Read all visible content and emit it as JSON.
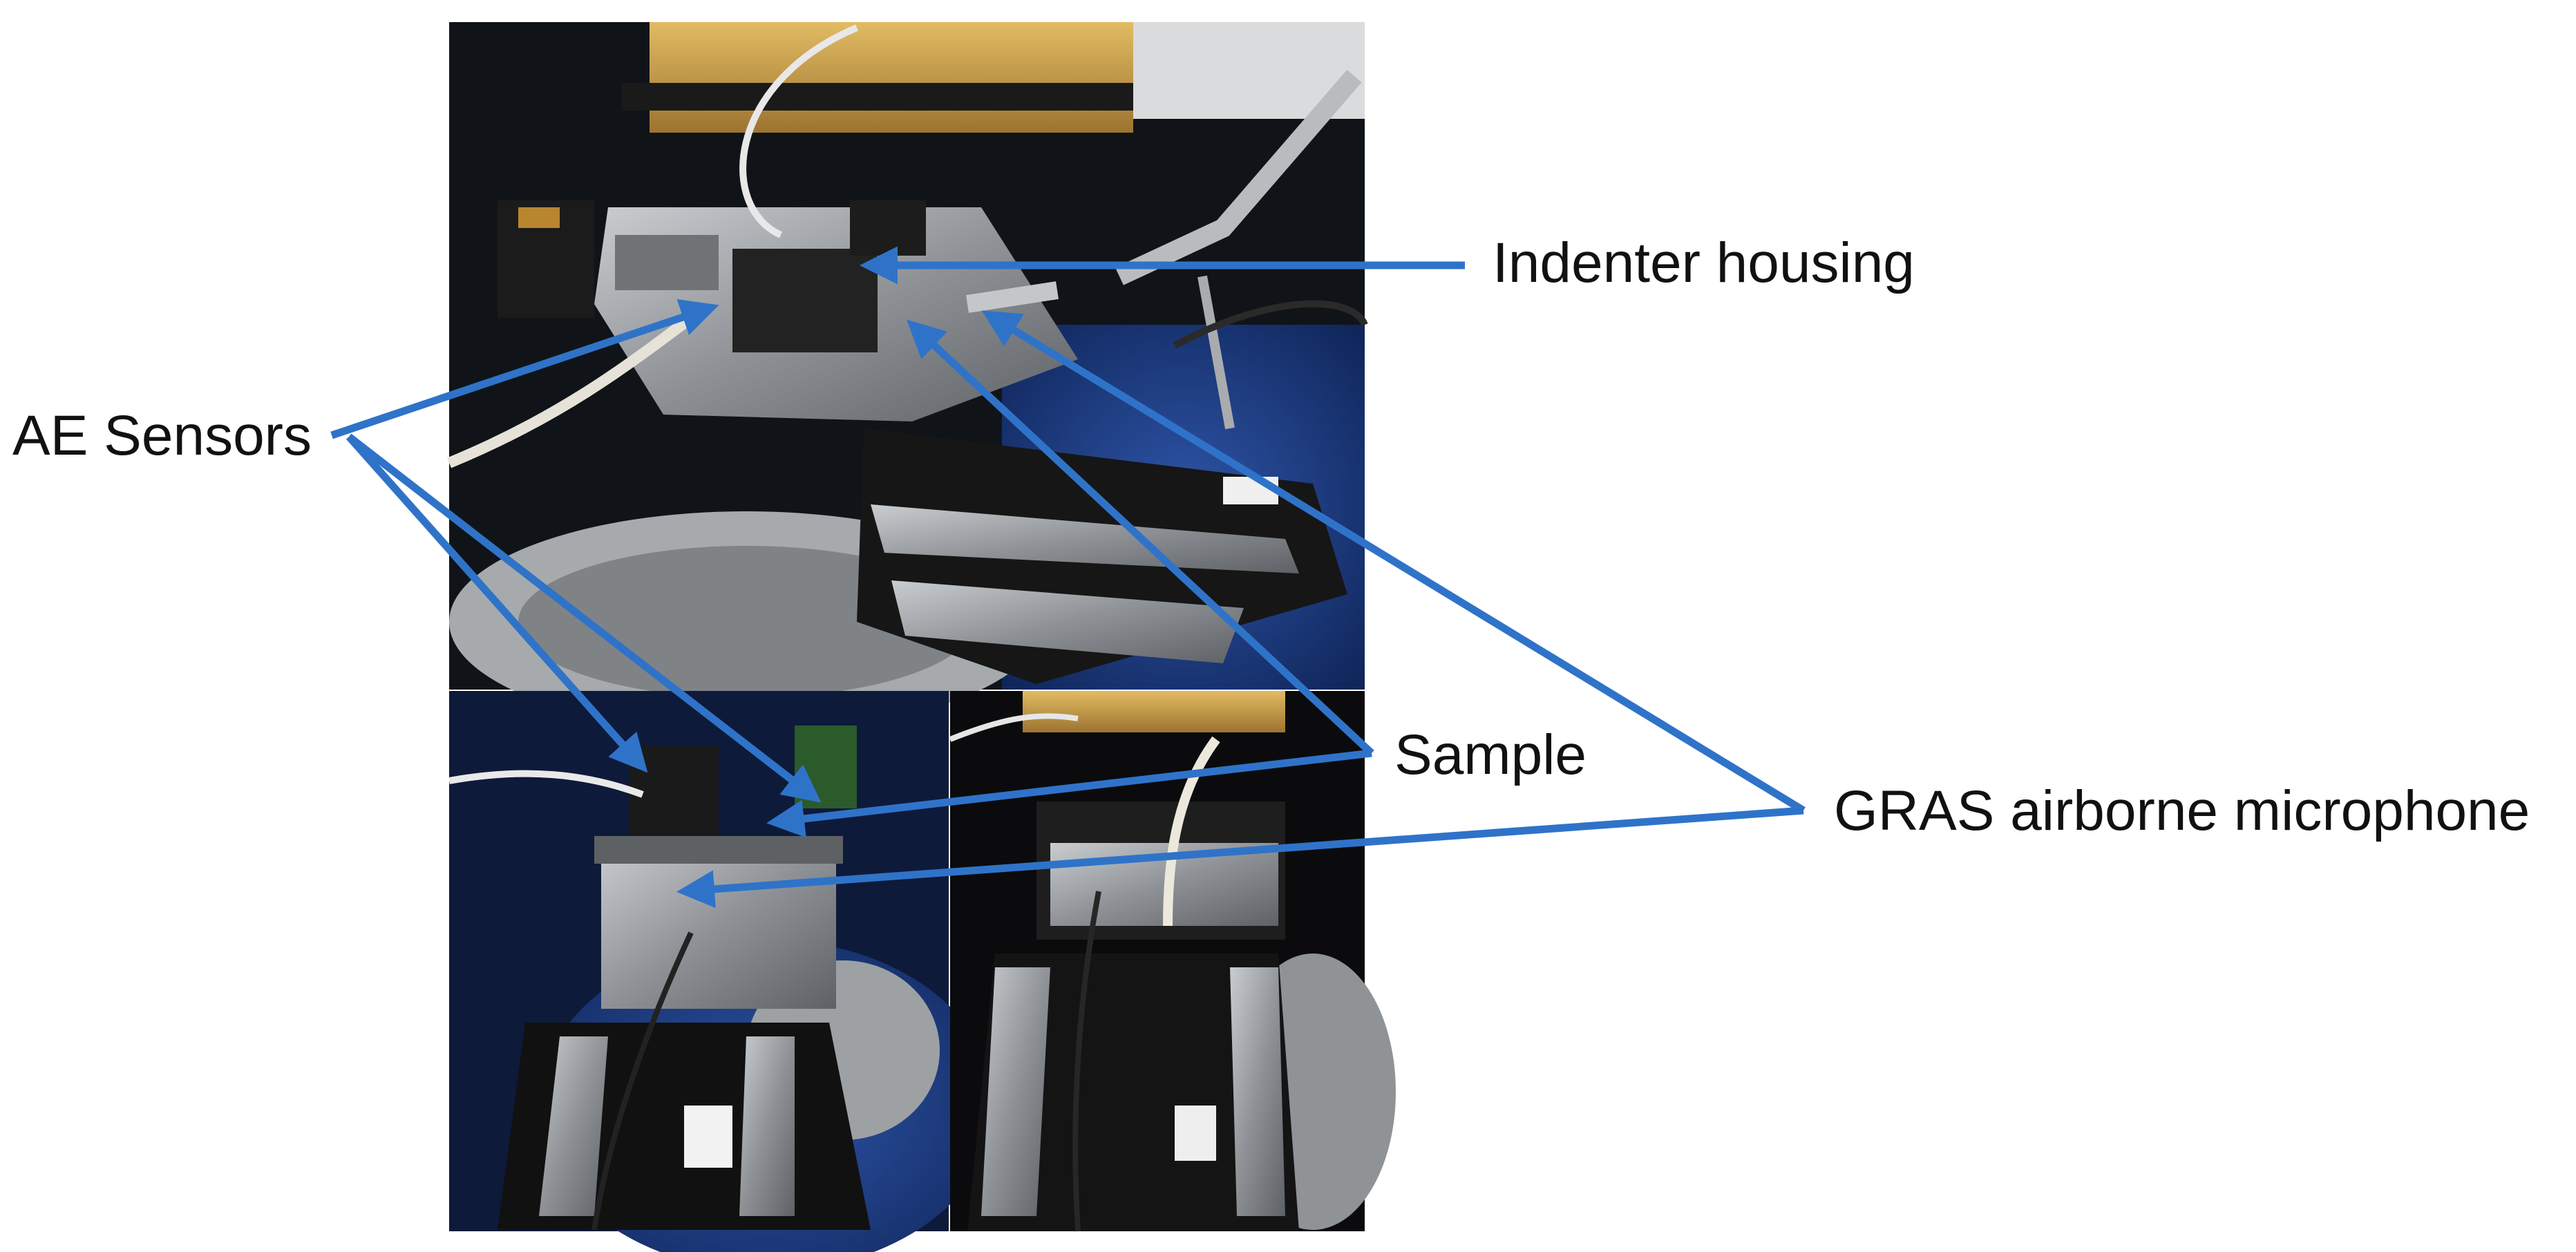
{
  "labels": {
    "indenter_housing": "Indenter housing",
    "ae_sensors": "AE Sensors",
    "sample": "Sample",
    "gras_microphone": "GRAS airborne microphone"
  },
  "colors": {
    "arrow": "#2f73c9",
    "label_text": "#111111",
    "background": "#ffffff",
    "machine_dark": "#121212",
    "machine_blue": "#1e3f8c",
    "steel": "#8f9396",
    "gold": "#c79b45"
  },
  "photos": [
    "main-setup-photo",
    "lower-left-detail-photo",
    "lower-right-detail-photo"
  ]
}
